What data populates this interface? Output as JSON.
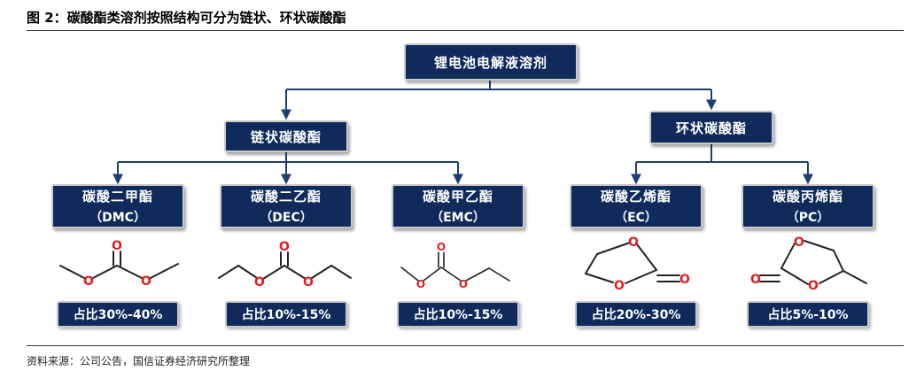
{
  "figure": {
    "title": "图 2：碳酸酯类溶剂按照结构可分为链状、环状碳酸酯",
    "source": "资料来源：公司公告，国信证券经济研究所整理"
  },
  "root": {
    "name": "锂电池电解液溶剂"
  },
  "groups": [
    {
      "name": "链状碳酸酯"
    },
    {
      "name": "环状碳酸酯"
    }
  ],
  "solvents": [
    {
      "name": "碳酸二甲酯",
      "abbr": "（DMC）",
      "share": "占比30%-40%"
    },
    {
      "name": "碳酸二乙酯",
      "abbr": "（DEC）",
      "share": "占比10%-15%"
    },
    {
      "name": "碳酸甲乙酯",
      "abbr": "（EMC）",
      "share": "占比10%-15%"
    },
    {
      "name": "碳酸乙烯酯",
      "abbr": "（EC）",
      "share": "占比20%-30%"
    },
    {
      "name": "碳酸丙烯酯",
      "abbr": "（PC）",
      "share": "占比5%-10%"
    }
  ],
  "atom_label": "O",
  "colors": {
    "node_fill": "#0f2a5b",
    "connector": "#1f3f73",
    "oxygen": "#e02020"
  }
}
